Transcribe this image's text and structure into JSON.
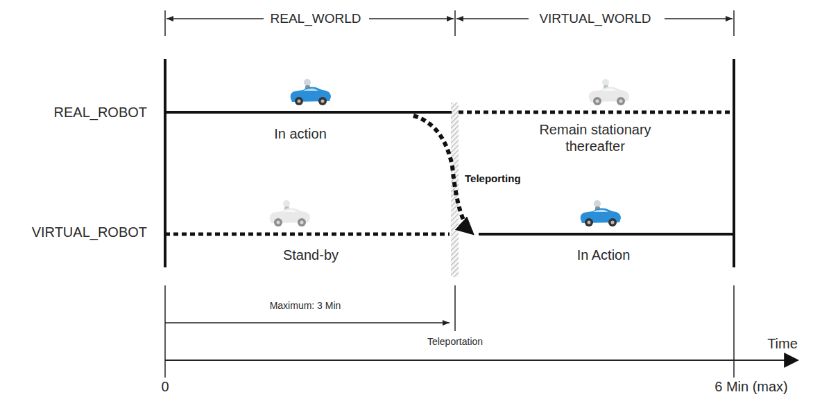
{
  "diagram": {
    "labels": [
      "REAL_WORLD",
      "VIRTUAL_WORLD",
      "REAL_ROBOT",
      "In action",
      "Remain stationary thereafter",
      "Teleporting",
      "VIRTUAL_ROBOT",
      "Stand-by",
      "In Action",
      "Maximum: 3 Min",
      "Teleportation",
      "Time",
      "0",
      "6 Min (max)"
    ]
  }
}
